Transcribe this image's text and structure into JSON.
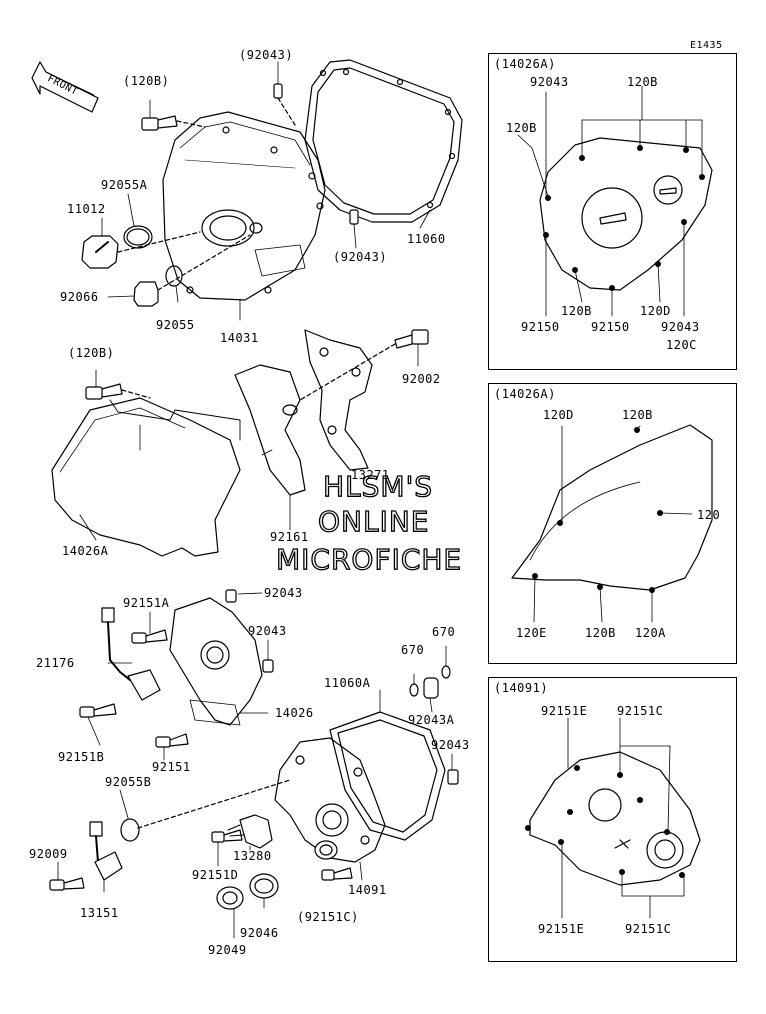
{
  "diagram_code": "E1435",
  "front_label": "FRONT",
  "watermark": {
    "line1": "HLSM'S",
    "line2": "ONLINE",
    "line3": "MICROFICHE"
  },
  "panels": [
    {
      "title": "(14026A)"
    },
    {
      "title": "(14026A)"
    },
    {
      "title": "(14091)"
    }
  ],
  "labels": [
    "(92043)",
    "(120B)",
    "92055A",
    "11012",
    "92066",
    "92055",
    "14031",
    "11060",
    "(92043)",
    "(120B)",
    "92002",
    "13271",
    "92161",
    "14026A",
    "92151A",
    "92043",
    "21176",
    "92043",
    "14026",
    "92151B",
    "92151",
    "670",
    "670",
    "11060A",
    "92043A",
    "92043",
    "92055B",
    "92009",
    "13151",
    "13280",
    "92151D",
    "14091",
    "(92151C)",
    "92046",
    "92049",
    "92043",
    "120B",
    "120B",
    "92150",
    "120B",
    "92150",
    "120D",
    "92043",
    "120C",
    "120D",
    "120B",
    "120",
    "120E",
    "120B",
    "120A",
    "92151E",
    "92151C",
    "92151E",
    "92151C"
  ]
}
